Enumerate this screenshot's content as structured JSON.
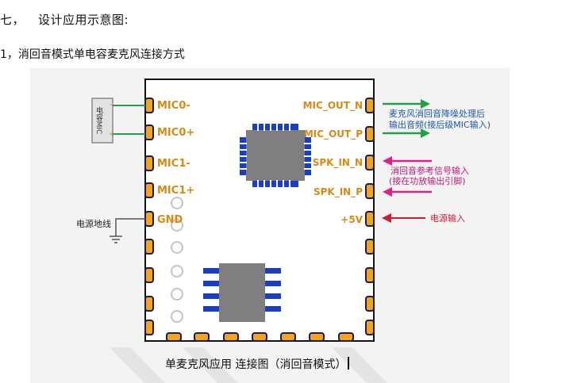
{
  "heading": {
    "number": "七，",
    "text": "设计应用示意图:"
  },
  "subheading": "1，消回音模式单电容麦克风连接方式",
  "diagram": {
    "left_pins": [
      "MIC0-",
      "MIC0+",
      "MIC1-",
      "MIC1+",
      "GND"
    ],
    "right_pins": [
      "MIC_OUT_N",
      "MIC_OUT_P",
      "SPK_IN_N",
      "SPK_IN_P",
      "+5V"
    ],
    "mic_label": "电容MIC",
    "ground_label": "电源地线",
    "output_note_line1": "麦克风消回音降噪处理后",
    "output_note_line2": "输出音频(接后级MIC输入)",
    "reference_note_line1": "消回音参考信号输入",
    "reference_note_line2": "(接在功放输出引脚)",
    "power_note": "电源输入",
    "colors": {
      "pin_label": "#d98a14",
      "pad_fill": "#f2a51a",
      "chip": "#7f7f7f",
      "chip_pins": "#1a3fbf",
      "output_arrow": "#23a04a",
      "reference_arrow": "#e0218a",
      "power_arrow": "#c81e32",
      "output_text": "#1f5aa6",
      "reference_text": "#c0187a",
      "power_text": "#c81e32"
    }
  },
  "caption": "单麦克风应用 连接图（消回音模式）"
}
